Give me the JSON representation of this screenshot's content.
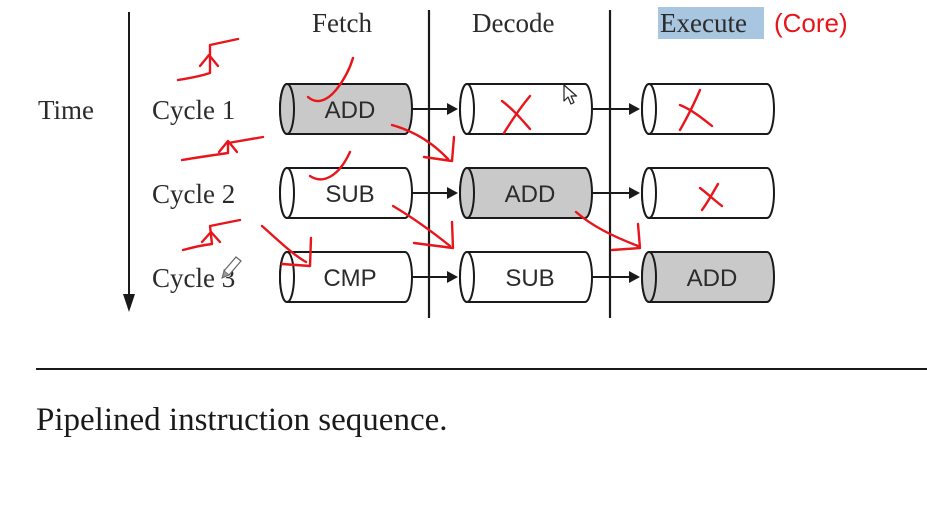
{
  "time_label": "Time",
  "stages": [
    "Fetch",
    "Decode",
    "Execute"
  ],
  "annotation": "(Core)",
  "cycles": [
    "Cycle 1",
    "Cycle 2",
    "Cycle 3"
  ],
  "cells": [
    [
      {
        "text": "ADD",
        "shaded": true
      },
      {
        "text": "",
        "shaded": false
      },
      {
        "text": "",
        "shaded": false
      }
    ],
    [
      {
        "text": "SUB",
        "shaded": false
      },
      {
        "text": "ADD",
        "shaded": true
      },
      {
        "text": "",
        "shaded": false
      }
    ],
    [
      {
        "text": "CMP",
        "shaded": false
      },
      {
        "text": "SUB",
        "shaded": false
      },
      {
        "text": "ADD",
        "shaded": true
      }
    ]
  ],
  "caption": "Pipelined instruction sequence.",
  "colors": {
    "shaded_fill": "#c9c9c9",
    "highlight": "#a8c6e0",
    "annotation_ink": "#e8151b",
    "stroke": "#1a1a1a"
  }
}
